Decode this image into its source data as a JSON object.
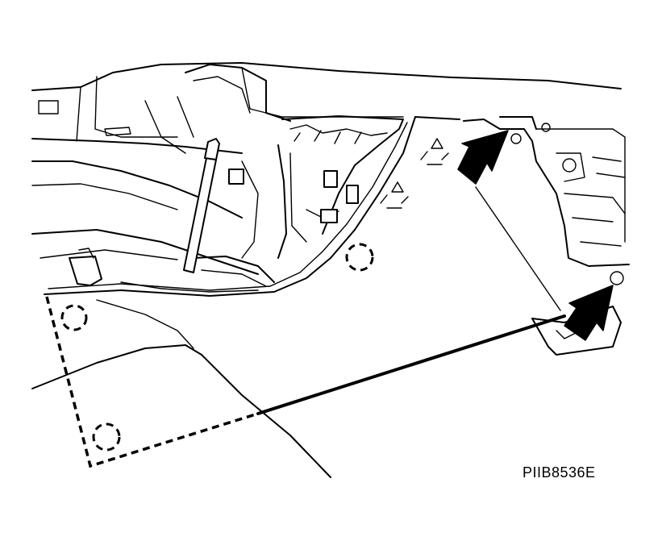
{
  "figure": {
    "code": "PIIB8536E",
    "callouts": [
      {
        "name": "upper-arrow-icon"
      },
      {
        "name": "lower-arrow-icon"
      }
    ],
    "clip_markers": 5,
    "recycle_marks": 2
  }
}
